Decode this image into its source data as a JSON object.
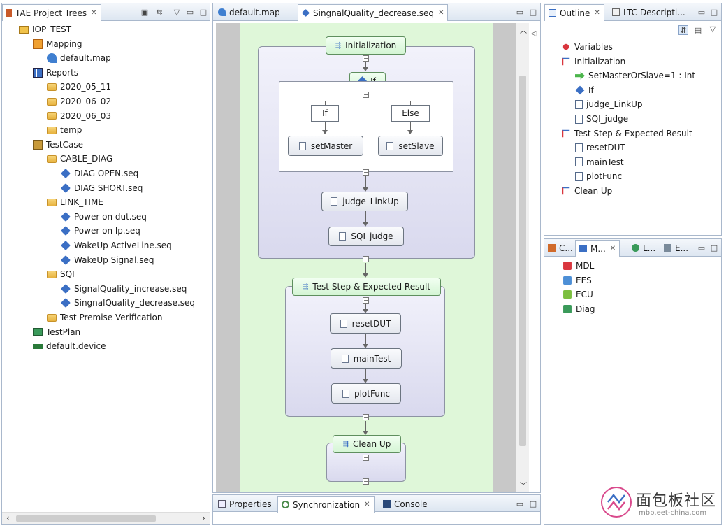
{
  "left_panel": {
    "tab_title": "TAE Project Trees",
    "tree": [
      {
        "label": "IOP_TEST",
        "depth": 0,
        "icon": "project-icon"
      },
      {
        "label": "Mapping",
        "depth": 1,
        "icon": "mapping-icon"
      },
      {
        "label": "default.map",
        "depth": 2,
        "icon": "map-file-icon"
      },
      {
        "label": "Reports",
        "depth": 1,
        "icon": "reports-icon"
      },
      {
        "label": "2020_05_11",
        "depth": 2,
        "icon": "folder-icon"
      },
      {
        "label": "2020_06_02",
        "depth": 2,
        "icon": "folder-icon"
      },
      {
        "label": "2020_06_03",
        "depth": 2,
        "icon": "folder-icon"
      },
      {
        "label": "temp",
        "depth": 2,
        "icon": "folder-icon"
      },
      {
        "label": "TestCase",
        "depth": 1,
        "icon": "testcase-icon"
      },
      {
        "label": "CABLE_DIAG",
        "depth": 2,
        "icon": "folder-icon"
      },
      {
        "label": "DIAG OPEN.seq",
        "depth": 3,
        "icon": "seq-file-icon"
      },
      {
        "label": "DIAG SHORT.seq",
        "depth": 3,
        "icon": "seq-file-icon"
      },
      {
        "label": "LINK_TIME",
        "depth": 2,
        "icon": "folder-icon"
      },
      {
        "label": "Power on dut.seq",
        "depth": 3,
        "icon": "seq-file-icon"
      },
      {
        "label": "Power on lp.seq",
        "depth": 3,
        "icon": "seq-file-icon"
      },
      {
        "label": "WakeUp ActiveLine.seq",
        "depth": 3,
        "icon": "seq-file-icon"
      },
      {
        "label": "WakeUp Signal.seq",
        "depth": 3,
        "icon": "seq-file-icon"
      },
      {
        "label": "SQI",
        "depth": 2,
        "icon": "folder-icon"
      },
      {
        "label": "SignalQuality_increase.seq",
        "depth": 3,
        "icon": "seq-file-icon"
      },
      {
        "label": "SingnalQuality_decrease.seq",
        "depth": 3,
        "icon": "seq-file-icon"
      },
      {
        "label": "Test Premise Verification",
        "depth": 2,
        "icon": "folder-icon"
      },
      {
        "label": "TestPlan",
        "depth": 1,
        "icon": "testplan-icon"
      },
      {
        "label": "default.device",
        "depth": 1,
        "icon": "device-icon"
      }
    ]
  },
  "editor": {
    "tabs": [
      {
        "label": "default.map",
        "active": false
      },
      {
        "label": "SingnalQuality_decrease.seq",
        "active": true
      }
    ],
    "diagram": {
      "initialization": "Initialization",
      "if_block": "If",
      "if_branch": "If",
      "else_branch": "Else",
      "set_master": "setMaster",
      "set_slave": "setSlave",
      "judge_linkup": "judge_LinkUp",
      "sqi_judge": "SQI_judge",
      "test_step": "Test Step & Expected Result",
      "reset_dut": "resetDUT",
      "main_test": "mainTest",
      "plot_func": "plotFunc",
      "clean_up": "Clean Up"
    }
  },
  "bottom_panel": {
    "tabs": [
      "Properties",
      "Synchronization",
      "Console"
    ]
  },
  "outline_panel": {
    "tabs": [
      "Outline",
      "LTC Descripti..."
    ],
    "tree": [
      {
        "label": "Variables",
        "depth": 0,
        "icon": "variables-icon"
      },
      {
        "label": "Initialization",
        "depth": 0,
        "icon": "step-group-icon"
      },
      {
        "label": "SetMasterOrSlave=1 : Int",
        "depth": 1,
        "icon": "assign-arrow-icon"
      },
      {
        "label": "If",
        "depth": 1,
        "icon": "if-diamond-icon"
      },
      {
        "label": "judge_LinkUp",
        "depth": 1,
        "icon": "function-doc-icon"
      },
      {
        "label": "SQI_judge",
        "depth": 1,
        "icon": "function-doc-icon"
      },
      {
        "label": "Test Step & Expected Result",
        "depth": 0,
        "icon": "step-group-icon"
      },
      {
        "label": "resetDUT",
        "depth": 1,
        "icon": "function-doc-icon"
      },
      {
        "label": "mainTest",
        "depth": 1,
        "icon": "function-doc-icon"
      },
      {
        "label": "plotFunc",
        "depth": 1,
        "icon": "function-doc-icon"
      },
      {
        "label": "Clean Up",
        "depth": 0,
        "icon": "step-group-icon"
      }
    ]
  },
  "models_panel": {
    "tabs": [
      "C...",
      "M...",
      "L...",
      "E..."
    ],
    "items": [
      {
        "label": "MDL",
        "color": "#d9363e"
      },
      {
        "label": "EES",
        "color": "#4d8fd6"
      },
      {
        "label": "ECU",
        "color": "#7cbf3f"
      },
      {
        "label": "Diag",
        "color": "#3a9a5a"
      }
    ]
  },
  "watermark": {
    "brand_text": "面包板社区",
    "url_text": "mbb.eet-china.com"
  }
}
